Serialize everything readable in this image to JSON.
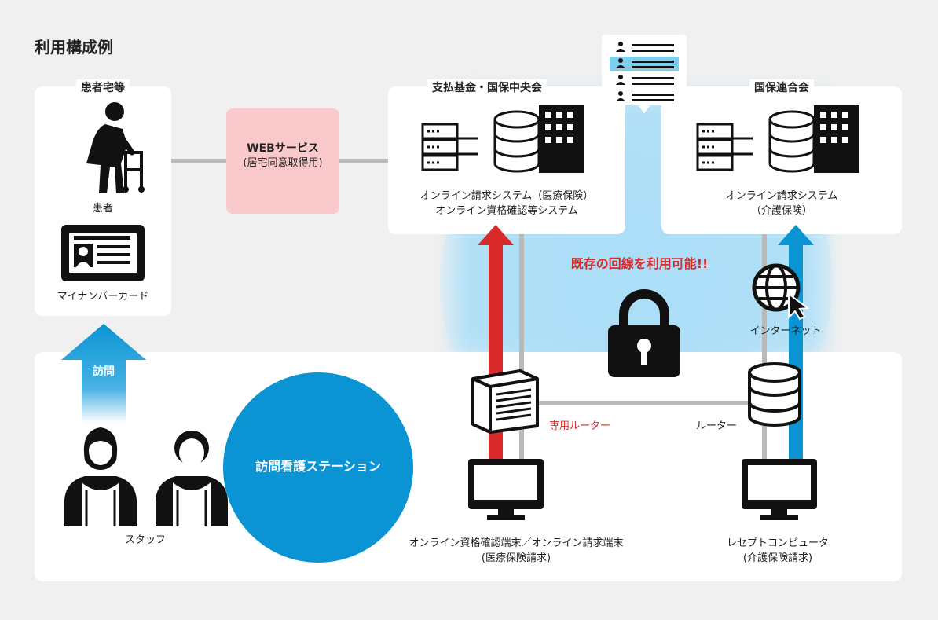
{
  "title": "利用構成例",
  "patient_home": {
    "title": "患者宅等",
    "patient_label": "患者",
    "card_label": "マイナンバーカード"
  },
  "web_service": {
    "title": "WEBサービス",
    "subtitle": "(居宅同意取得用)"
  },
  "payment_fund": {
    "title": "支払基金・国保中央会",
    "system_line1": "オンライン請求システム（医療保険）",
    "system_line2": "オンライン資格確認等システム"
  },
  "national_insurance": {
    "title": "国保連合会",
    "system_line1": "オンライン請求システム",
    "system_line2": "（介護保険）"
  },
  "network": {
    "existing_line": "既存の回線を利用可能!!",
    "internet": "インターネット",
    "dedicated_router": "専用ルーター",
    "router": "ルーター"
  },
  "station": {
    "visit_label": "訪問",
    "name": "訪問看護ステーション",
    "staff_label": "スタッフ"
  },
  "terminals": {
    "online_line1": "オンライン資格確認端末／オンライン請求端末",
    "online_line2": "(医療保険請求)",
    "receipt_line1": "レセプトコンピュータ",
    "receipt_line2": "(介護保険請求)"
  },
  "colors": {
    "blue": "#0b94d4",
    "red": "#d82a2a",
    "pink": "#f9c9cc",
    "glow": "#b6e3f8",
    "gray_line": "#b9b9b9"
  }
}
